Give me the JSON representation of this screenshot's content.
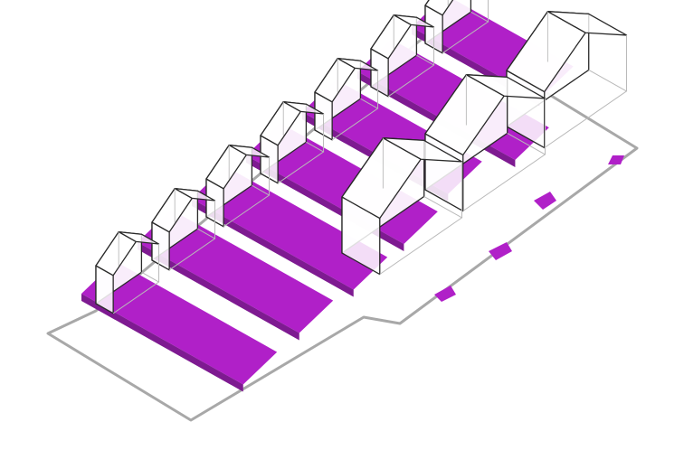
{
  "diagram": {
    "kind": "isometric-site-plan",
    "colors": {
      "background": "#ffffff",
      "lot_outline": "#a8a8a8",
      "strip": "#b020c8",
      "strip_side": "#7e1a91",
      "house_fill": "#ffffff",
      "house_stroke": "#2a2a2a",
      "house_inner": "#b9b9b9"
    },
    "house_count_small": 7,
    "house_count_large": 3
  }
}
